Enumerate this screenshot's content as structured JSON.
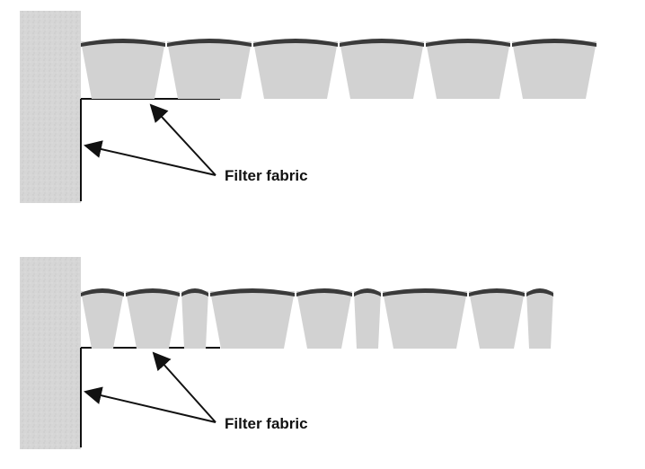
{
  "diagram": {
    "panels": [
      {
        "id": "top",
        "label": "Filter fabric",
        "blocks": [
          "full",
          "full",
          "full",
          "full",
          "full",
          "full"
        ]
      },
      {
        "id": "bottom",
        "label": "Filter fabric",
        "blocks": [
          "full",
          "full",
          "narrow",
          "wide",
          "full",
          "narrow",
          "wide",
          "full",
          "narrow"
        ]
      }
    ],
    "colors": {
      "wall": "#d9d9d9",
      "block": "#d2d2d2",
      "cap": "#3a3a3a",
      "fabric": "#111111",
      "arrow": "#111111"
    }
  }
}
